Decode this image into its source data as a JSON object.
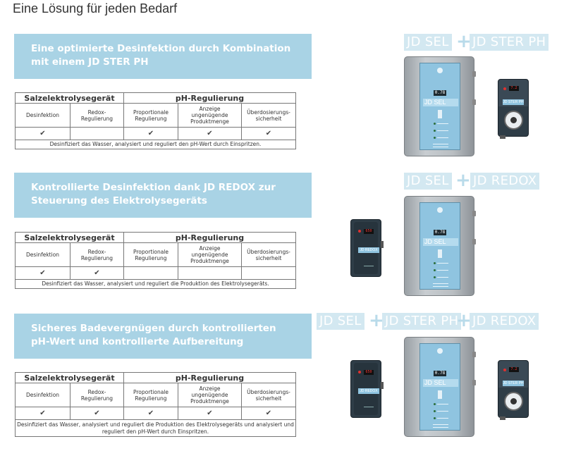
{
  "heading": "Eine Lösung für jeden Bedarf",
  "table_headers": {
    "group1": "Salzelektrolysegerät",
    "group2": "pH-Regulierung",
    "col1": "Desinfektion",
    "col2": "Redox-\nRegulierung",
    "col3": "Proportionale\nRegulierung",
    "col4": "Anzeige\nungenügende\nProduktmenge",
    "col5": "Überdosierungs-\nsicherheit"
  },
  "check_mark": "✔",
  "sections": [
    {
      "banner": "Eine optimierte Desinfektion durch Kombination mit einem JD STER PH",
      "checks": [
        true,
        false,
        true,
        true,
        true
      ],
      "note": "Desinfiziert das Wasser, analysiert und reguliert den pH-Wert durch Einspritzen.",
      "labels": [
        "JD SEL",
        "+",
        "JD STER PH"
      ]
    },
    {
      "banner": "Kontrollierte Desinfektion dank JD REDOX zur Steuerung des Elektrolysegeräts",
      "checks": [
        true,
        true,
        false,
        false,
        false
      ],
      "note": "Desinfiziert das Wasser, analysiert und reguliert die Produktion des Elektrolysegeräts.",
      "labels": [
        "JD SEL",
        "+",
        "JD REDOX"
      ]
    },
    {
      "banner": "Sicheres Badevergnügen durch kontrollierten pH-Wert und kontrollierte Aufbereitung",
      "checks": [
        true,
        true,
        true,
        true,
        true
      ],
      "note": "Desinfiziert das Wasser, analysiert und reguliert die Produktion des Elektrolysegeräts und analysiert und reguliert den pH-Wert durch Einspritzen.",
      "labels": [
        "JD SEL",
        "+",
        "JD STER PH",
        "+",
        "JD REDOX"
      ]
    }
  ],
  "devices": {
    "sel_panel_label": "JD SEL",
    "sel_display": "0.78",
    "pump_tag": "JD STER PH",
    "pump_display": "7.2",
    "redox_tag": "JD REDOX",
    "redox_display": "650"
  },
  "colors": {
    "banner_bg": "#a9d3e5",
    "label_bg": "#d3e8f1",
    "panel_blue": "#8fc4e0"
  }
}
